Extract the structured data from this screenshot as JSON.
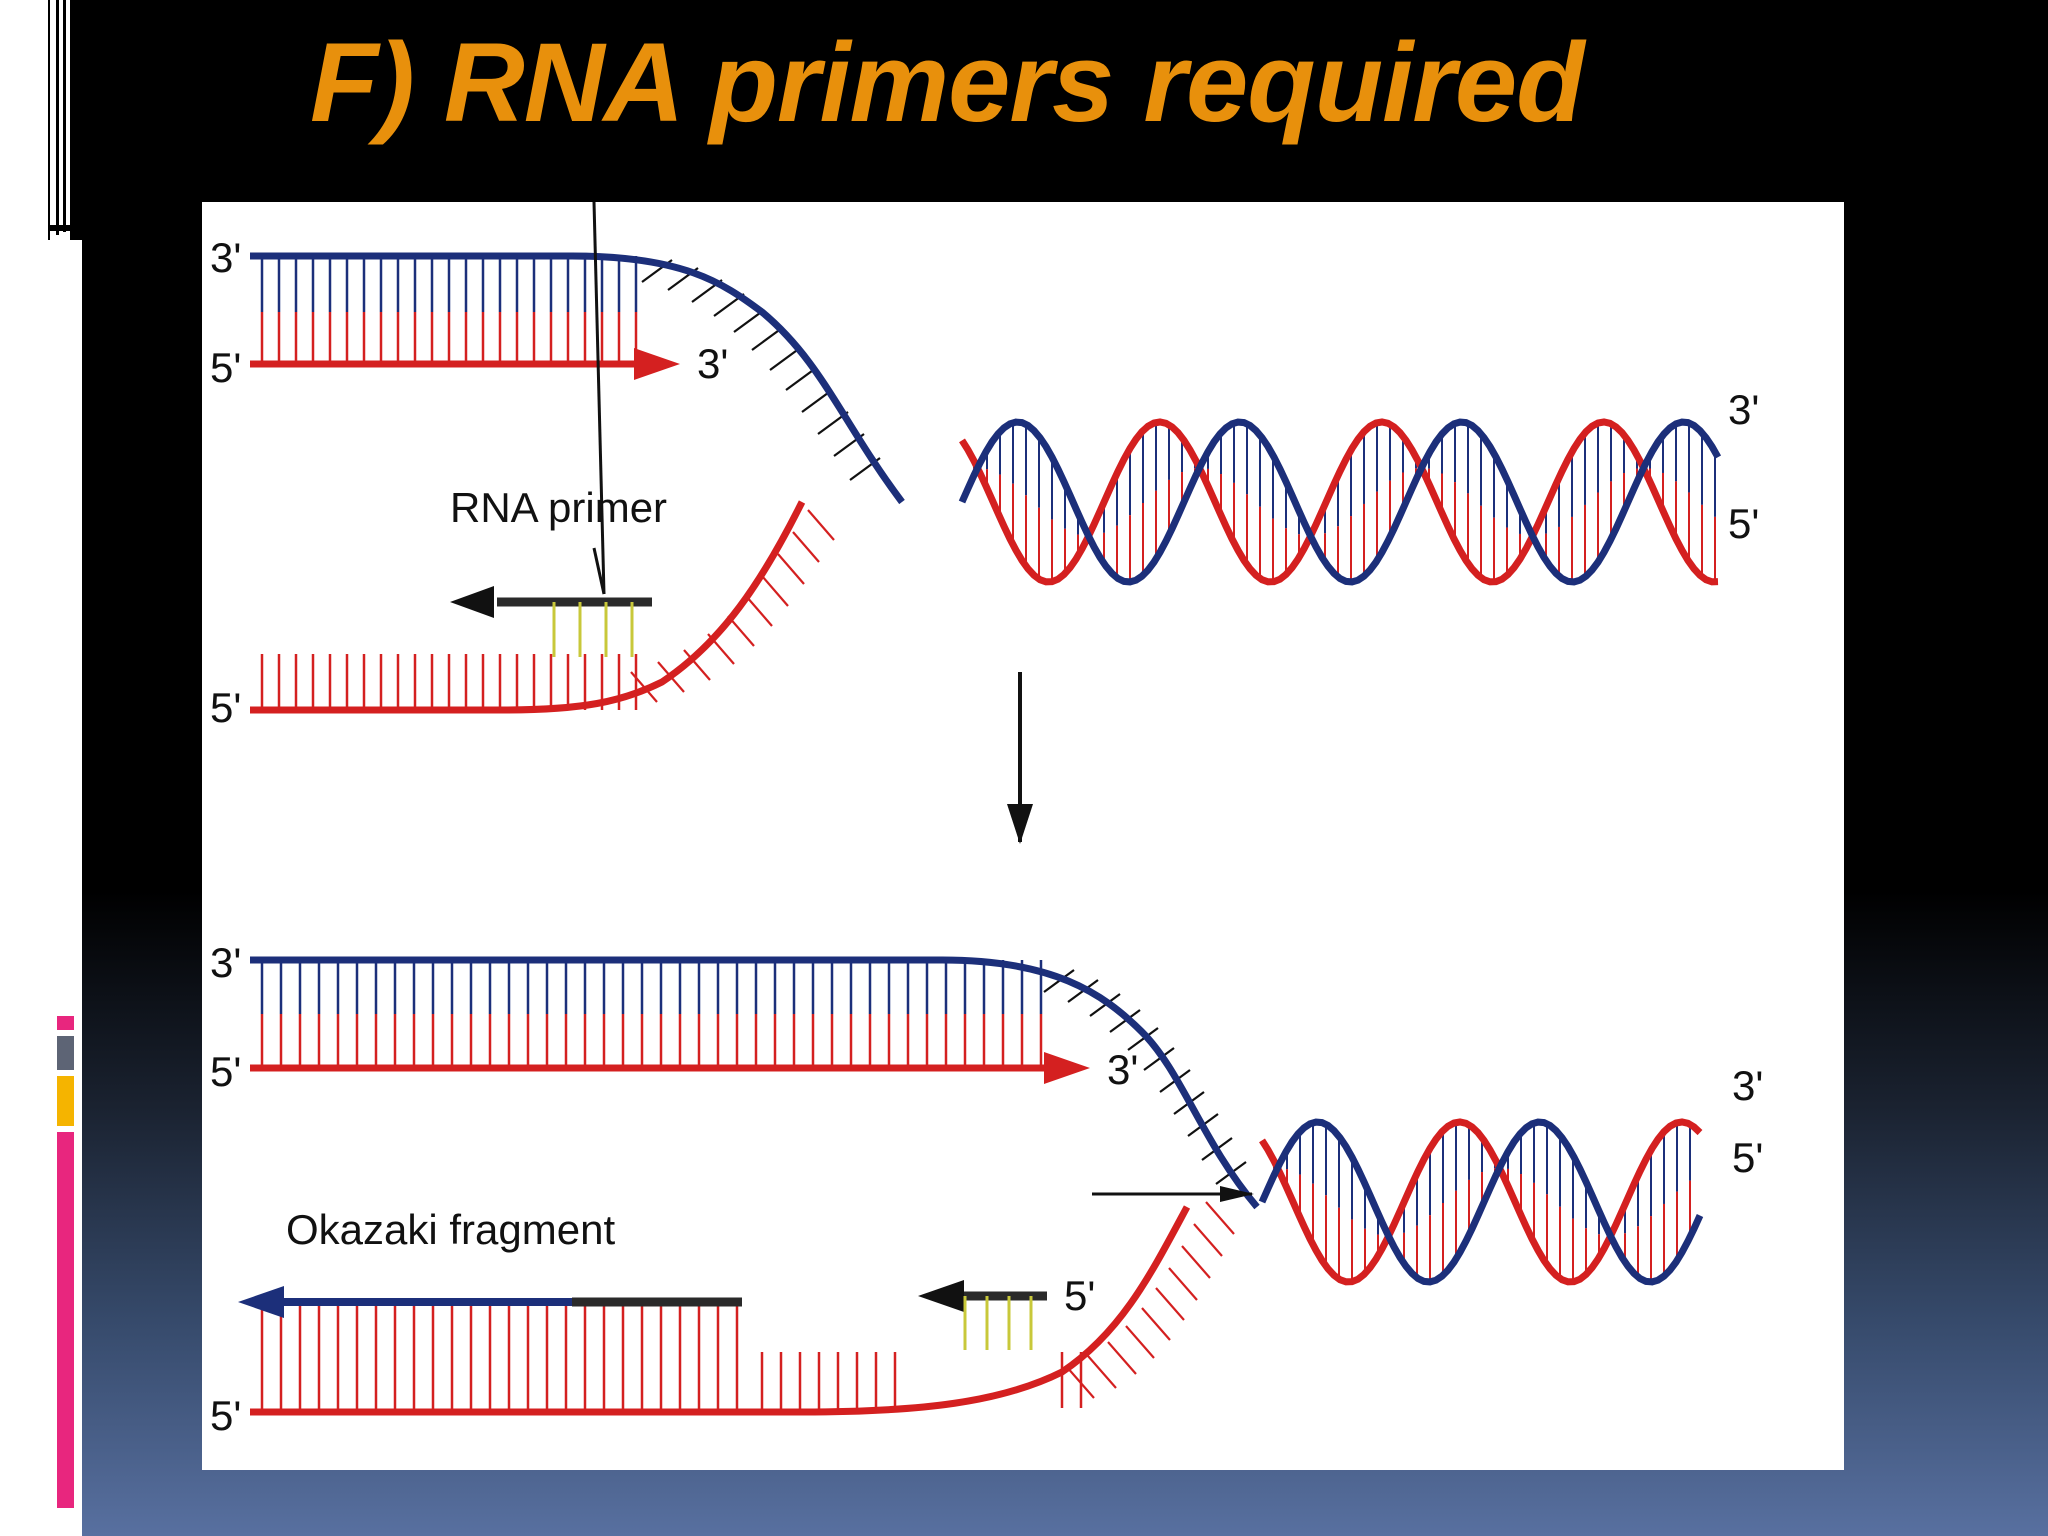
{
  "slide": {
    "title": "F) RNA primers required",
    "title_color": "#e8900c"
  },
  "diagram": {
    "top": {
      "primer_label": "RNA primer",
      "end_labels": {
        "upper_left": "3'",
        "middle_left": "5'",
        "leading_end": "3'",
        "lower_left": "5'",
        "right_upper": "3'",
        "right_lower": "5'"
      }
    },
    "bottom": {
      "fragment_label": "Okazaki fragment",
      "end_labels": {
        "upper_left": "3'",
        "middle_left": "5'",
        "leading_end": "3'",
        "new_primer_end": "5'",
        "lower_left": "5'",
        "right_upper": "3'",
        "right_lower": "5'"
      }
    },
    "colors": {
      "parental_strand": "#1c2f7a",
      "new_strand": "#d42020",
      "rna_primer": "#2a2a2a",
      "primer_rungs": "#c8c83a"
    }
  }
}
